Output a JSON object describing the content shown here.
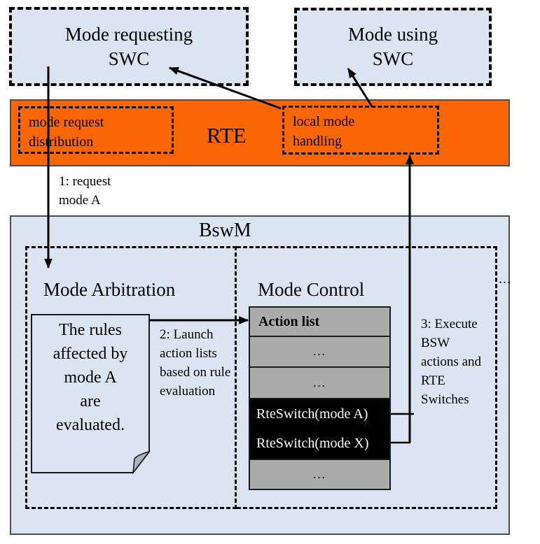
{
  "diagram": {
    "swc_requesting": "Mode requesting\nSWC",
    "swc_using": "Mode using\nSWC",
    "rte": {
      "label": "RTE",
      "mode_request_distribution": "mode request\ndistribution",
      "local_mode_handling": "local mode\nhandling"
    },
    "bswm": {
      "title": "BswM",
      "ellipsis": "...",
      "mode_arbitration": {
        "label": "Mode Arbitration",
        "note": "The rules\naffected by\nmode A\nare\nevaluated."
      },
      "mode_control": {
        "label": "Mode Control",
        "action_list": {
          "header": "Action list",
          "rows": [
            "...",
            "...",
            "RteSwitch(mode A)",
            "RteSwitch(mode X)",
            "..."
          ]
        }
      }
    },
    "arrows": {
      "step1": "1: request\nmode A",
      "step2": "2: Launch\naction lists\nbased on rule\nevaluation",
      "step3": "3: Execute\nBSW\nactions and\nRTE\nSwitches"
    },
    "colors": {
      "rte_orange": "#fb6605",
      "box_blue": "#dbe5f1",
      "row_gray": "#ababab",
      "row_black": "#000000",
      "fold_gray": "#a9b2bf"
    }
  }
}
